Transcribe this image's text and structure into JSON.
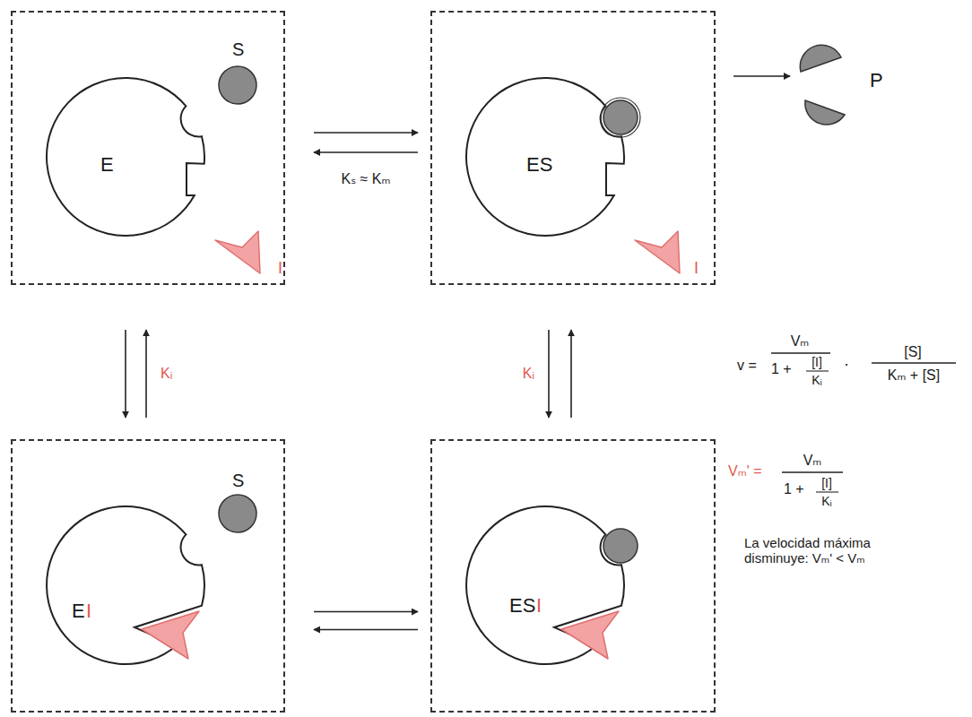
{
  "diagram": {
    "nodes": [
      {
        "text": [
          "S",
          "E",
          "I"
        ]
      },
      {
        "text": [
          "ES",
          "I"
        ]
      },
      {
        "text": [
          "S",
          "E",
          "I"
        ]
      },
      {
        "text": [
          "ES",
          "I"
        ]
      },
      {
        "text": [
          "P"
        ]
      }
    ],
    "edges": [
      {
        "from": 0,
        "to": 1,
        "arrow": "both",
        "label": "Kₛ ≈ Kₘ"
      },
      {
        "from": 0,
        "to": 2,
        "arrow": "both",
        "label": "Kᵢ"
      },
      {
        "from": 1,
        "to": 3,
        "arrow": "both",
        "label": "Kᵢ"
      },
      {
        "from": 2,
        "to": 3,
        "arrow": "both"
      },
      {
        "from": 1,
        "to": 4,
        "arrow": "to"
      }
    ],
    "labels": [
      "v =",
      "Vₘ",
      "1 +",
      "[I]",
      "Kᵢ",
      "·",
      "[S]",
      "Kₘ + [S]",
      "Vₘ' =",
      "Vₘ",
      "1 +",
      "[I]",
      "Kᵢ",
      "La velocidad máxima disminuye: Vₘ' < Vₘ"
    ]
  }
}
